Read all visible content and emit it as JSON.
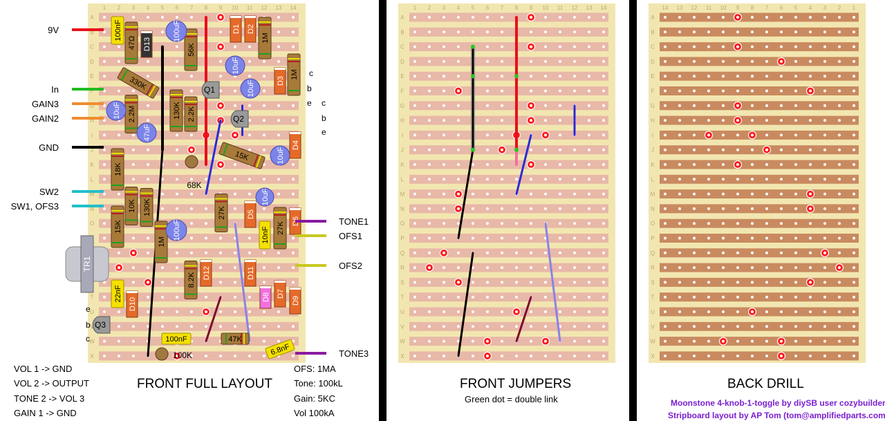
{
  "rows": [
    "A",
    "B",
    "C",
    "D",
    "E",
    "F",
    "G",
    "H",
    "I",
    "J",
    "K",
    "L",
    "M",
    "N",
    "O",
    "P",
    "Q",
    "R",
    "S",
    "T",
    "U",
    "V",
    "W",
    "X"
  ],
  "cols_front": [
    "1",
    "2",
    "3",
    "4",
    "5",
    "6",
    "7",
    "8",
    "9",
    "10",
    "11",
    "12",
    "13",
    "14"
  ],
  "cols_back": [
    "14",
    "13",
    "12",
    "11",
    "10",
    "9",
    "8",
    "7",
    "6",
    "5",
    "4",
    "3",
    "2",
    "1"
  ],
  "colors": {
    "board": "#f2e6b0",
    "strip_front": "#e8b8a8",
    "strip_back": "#c98a60",
    "cut_fill": "#ff1a1a",
    "resistor_body": "#a87a3a",
    "cap_blue": "#7b84e8",
    "diode_body": "#e56a2a",
    "film_cap": "#f5e000",
    "jumper_black": "#000000",
    "jumper_red": "#e8101a",
    "jumper_blue": "#2b2bd8",
    "jumper_lavender": "#8a82e8",
    "jumper_maroon": "#7a0a30",
    "transistor": "#9a9a9a",
    "pot": "#a07840"
  },
  "front_cuts": [
    [
      "A",
      9
    ],
    [
      "C",
      9
    ],
    [
      "F",
      4
    ],
    [
      "G",
      9
    ],
    [
      "H",
      9
    ],
    [
      "I",
      8
    ],
    [
      "I",
      10
    ],
    [
      "J",
      7
    ],
    [
      "K",
      9
    ],
    [
      "M",
      4
    ],
    [
      "N",
      4
    ],
    [
      "Q",
      3
    ],
    [
      "R",
      2
    ],
    [
      "S",
      4
    ],
    [
      "U",
      8
    ],
    [
      "W",
      6
    ],
    [
      "W",
      10
    ],
    [
      "X",
      6
    ]
  ],
  "back_cuts": [
    [
      "A",
      9
    ],
    [
      "C",
      9
    ],
    [
      "D",
      6
    ],
    [
      "F",
      4
    ],
    [
      "G",
      9
    ],
    [
      "H",
      9
    ],
    [
      "I",
      11
    ],
    [
      "I",
      8
    ],
    [
      "J",
      7
    ],
    [
      "K",
      9
    ],
    [
      "M",
      4
    ],
    [
      "N",
      4
    ],
    [
      "Q",
      3
    ],
    [
      "R",
      2
    ],
    [
      "S",
      4
    ],
    [
      "U",
      8
    ],
    [
      "W",
      10
    ],
    [
      "W",
      6
    ],
    [
      "X",
      6
    ]
  ],
  "front_full": {
    "title": "FRONT FULL LAYOUT",
    "wire_labels": [
      {
        "text": "9V",
        "color": "#e8101a"
      },
      {
        "text": "In",
        "color": "#22bb22"
      },
      {
        "text": "GAIN3",
        "color": "#f08c30"
      },
      {
        "text": "GAIN2",
        "color": "#f08c30"
      },
      {
        "text": "GND",
        "color": "#000000"
      },
      {
        "text": "SW2",
        "color": "#20c0c8"
      },
      {
        "text": "SW1, OFS3",
        "color": "#20c0c8"
      }
    ],
    "right_labels": [
      {
        "text": "TONE1",
        "color": "#8a1aa0"
      },
      {
        "text": "OFS1",
        "color": "#c8c820"
      },
      {
        "text": "OFS2",
        "color": "#c8c820"
      },
      {
        "text": "TONE3",
        "color": "#8a1aa0"
      }
    ],
    "pin_q1": [
      "c",
      "b",
      "e"
    ],
    "pin_q2": [
      "c",
      "b",
      "e"
    ],
    "pin_q3": [
      "e",
      "b",
      "c"
    ],
    "resistors": [
      "47Ω",
      "56K",
      "1M",
      "1M",
      "330K",
      "2.2M",
      "130K",
      "2.2K",
      "15K",
      "18K",
      "10K",
      "130K",
      "15K",
      "27K",
      "27K",
      "1M",
      "8.2K",
      "47K"
    ],
    "caps_blue": [
      "100uF",
      "10uF",
      "10uF",
      "10uF",
      "47uF",
      "10uF",
      "10uF",
      "100uF"
    ],
    "diodes": [
      "D13",
      "D1",
      "D2",
      "D3",
      "D4",
      "D5",
      "D6",
      "D10",
      "D11",
      "D12",
      "D7",
      "D9",
      "D8"
    ],
    "film_caps": [
      "100nF",
      "10nF",
      "22nF",
      "100nF",
      "6.8nF"
    ],
    "transistors": [
      "Q1",
      "Q2",
      "Q3"
    ],
    "misc": [
      "68K",
      "100K",
      "TR1"
    ],
    "notes_left": [
      "VOL 1  ->  GND",
      "VOL 2  ->  OUTPUT",
      "TONE 2  ->  VOL 3",
      "GAIN 1  ->  GND"
    ],
    "notes_right": [
      "OFS: 1MA",
      "Tone: 100kL",
      "Gain: 5KC",
      "Vol 100kA"
    ]
  },
  "front_jumpers": {
    "title": "FRONT JUMPERS",
    "subtitle": "Green dot = double link"
  },
  "back_drill": {
    "title": "BACK DRILL",
    "credit_1": "Moonstone 4-knob-1-toggle by diySB user cozybuilder",
    "credit_2": "Stripboard layout by AP Tom (tom@amplifiedparts.com)"
  }
}
